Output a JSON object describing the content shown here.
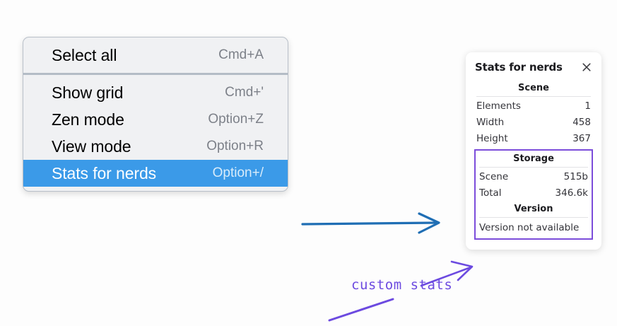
{
  "menu": {
    "groups": [
      {
        "items": [
          {
            "label": "Select all",
            "shortcut": "Cmd+A",
            "selected": false
          }
        ]
      },
      {
        "items": [
          {
            "label": "Show grid",
            "shortcut": "Cmd+'",
            "selected": false
          },
          {
            "label": "Zen mode",
            "shortcut": "Option+Z",
            "selected": false
          },
          {
            "label": "View mode",
            "shortcut": "Option+R",
            "selected": false
          },
          {
            "label": "Stats for nerds",
            "shortcut": "Option+/",
            "selected": true
          }
        ]
      }
    ],
    "highlight_color": "#3b9ae8"
  },
  "stats_panel": {
    "title": "Stats for nerds",
    "close_icon": "close-icon",
    "scene": {
      "heading": "Scene",
      "rows": [
        {
          "key": "Elements",
          "value": "1"
        },
        {
          "key": "Width",
          "value": "458"
        },
        {
          "key": "Height",
          "value": "367"
        }
      ]
    },
    "storage": {
      "heading": "Storage",
      "rows": [
        {
          "key": "Scene",
          "value": "515b"
        },
        {
          "key": "Total",
          "value": "346.6k"
        }
      ]
    },
    "version": {
      "heading": "Version",
      "text": "Version not available"
    },
    "highlight_border_color": "#7c4dda"
  },
  "annotations": {
    "handwritten_label": "custom stats",
    "blue_arrow_color": "#1f6eb4",
    "purple_color": "#6c4ae0"
  }
}
